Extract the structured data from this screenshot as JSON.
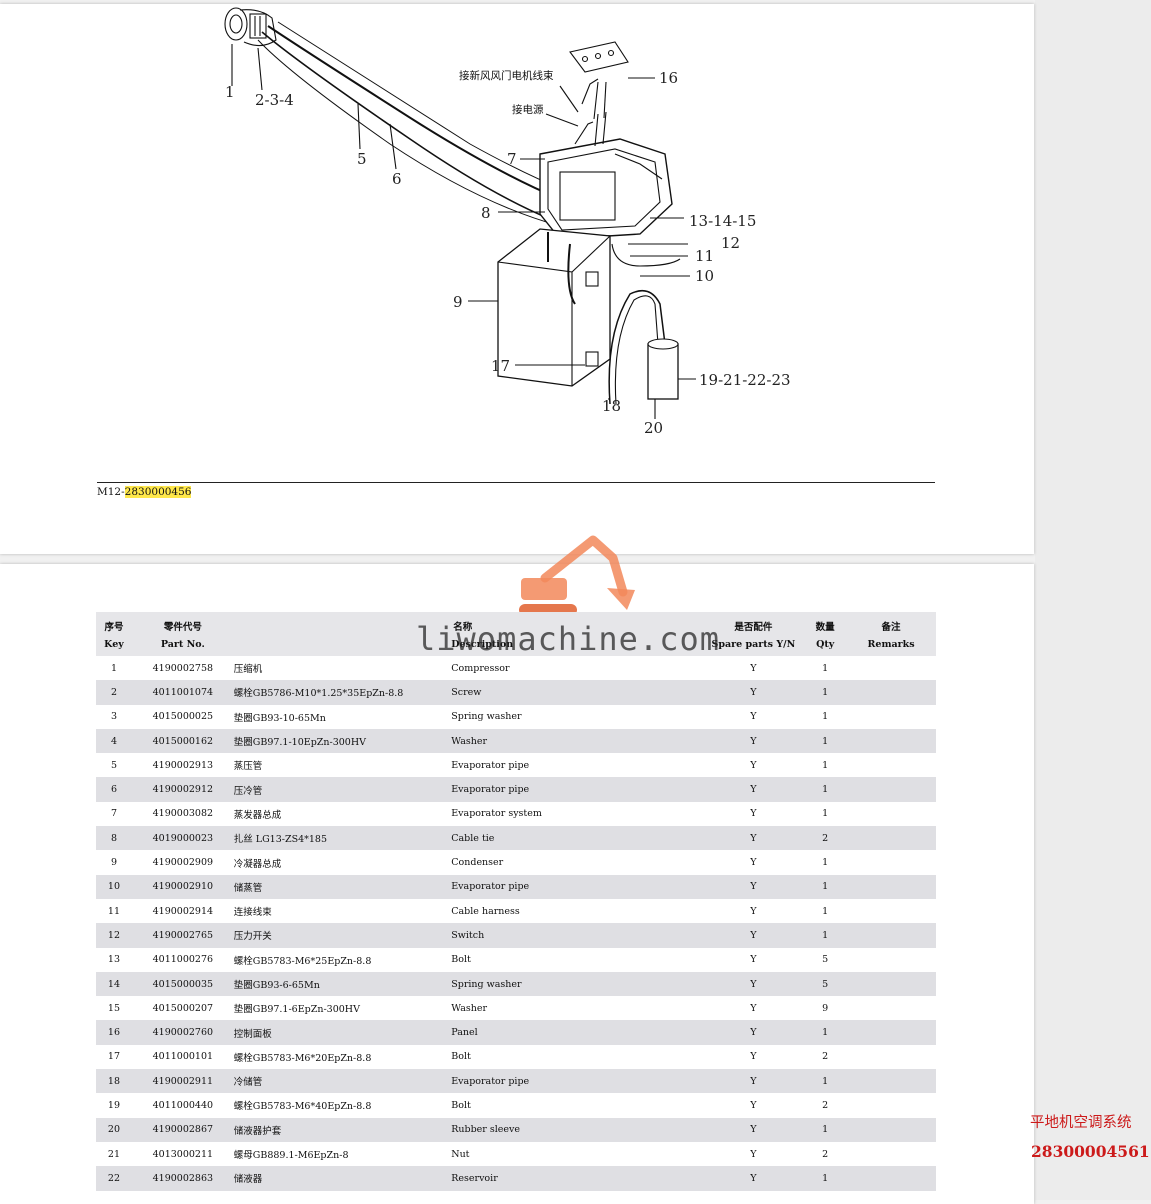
{
  "diagram": {
    "callouts": {
      "c1": "1",
      "c234": "2-3-4",
      "c5": "5",
      "c6": "6",
      "c7": "7",
      "c8": "8",
      "c9": "9",
      "c10": "10",
      "c11": "11",
      "c12": "12",
      "c131415": "13-14-15",
      "c16": "16",
      "c17": "17",
      "c18": "18",
      "c19212223": "19-21-22-23",
      "c20": "20"
    },
    "label_fresh_air": "接新风风门电机线束",
    "label_power": "接电源",
    "figure_prefix": "M12-",
    "figure_code": "2830000456"
  },
  "watermark": "liwomachine.com",
  "table": {
    "headers_cn": [
      "序号",
      "零件代号",
      "",
      "名称",
      "是否配件",
      "数量",
      "备注"
    ],
    "headers_en": [
      "Key",
      "Part No.",
      "",
      "Description",
      "Spare parts Y/N",
      "Qty",
      "Remarks"
    ],
    "rows": [
      {
        "key": "1",
        "part": "4190002758",
        "cn": "压缩机",
        "desc": "Compressor",
        "spare": "Y",
        "qty": "1",
        "remarks": ""
      },
      {
        "key": "2",
        "part": "4011001074",
        "cn": "螺栓GB5786-M10*1.25*35EpZn-8.8",
        "desc": "Screw",
        "spare": "Y",
        "qty": "1",
        "remarks": ""
      },
      {
        "key": "3",
        "part": "4015000025",
        "cn": "垫圈GB93-10-65Mn",
        "desc": "Spring washer",
        "spare": "Y",
        "qty": "1",
        "remarks": ""
      },
      {
        "key": "4",
        "part": "4015000162",
        "cn": "垫圈GB97.1-10EpZn-300HV",
        "desc": "Washer",
        "spare": "Y",
        "qty": "1",
        "remarks": ""
      },
      {
        "key": "5",
        "part": "4190002913",
        "cn": "蒸压管",
        "desc": "Evaporator pipe",
        "spare": "Y",
        "qty": "1",
        "remarks": ""
      },
      {
        "key": "6",
        "part": "4190002912",
        "cn": "压冷管",
        "desc": "Evaporator pipe",
        "spare": "Y",
        "qty": "1",
        "remarks": ""
      },
      {
        "key": "7",
        "part": "4190003082",
        "cn": "蒸发器总成",
        "desc": "Evaporator system",
        "spare": "Y",
        "qty": "1",
        "remarks": ""
      },
      {
        "key": "8",
        "part": "4019000023",
        "cn": "扎丝 LG13-ZS4*185",
        "desc": "Cable tie",
        "spare": "Y",
        "qty": "2",
        "remarks": ""
      },
      {
        "key": "9",
        "part": "4190002909",
        "cn": "冷凝器总成",
        "desc": "Condenser",
        "spare": "Y",
        "qty": "1",
        "remarks": ""
      },
      {
        "key": "10",
        "part": "4190002910",
        "cn": "储蒸管",
        "desc": "Evaporator pipe",
        "spare": "Y",
        "qty": "1",
        "remarks": ""
      },
      {
        "key": "11",
        "part": "4190002914",
        "cn": "连接线束",
        "desc": "Cable harness",
        "spare": "Y",
        "qty": "1",
        "remarks": ""
      },
      {
        "key": "12",
        "part": "4190002765",
        "cn": "压力开关",
        "desc": "Switch",
        "spare": "Y",
        "qty": "1",
        "remarks": ""
      },
      {
        "key": "13",
        "part": "4011000276",
        "cn": "螺栓GB5783-M6*25EpZn-8.8",
        "desc": "Bolt",
        "spare": "Y",
        "qty": "5",
        "remarks": ""
      },
      {
        "key": "14",
        "part": "4015000035",
        "cn": "垫圈GB93-6-65Mn",
        "desc": "Spring washer",
        "spare": "Y",
        "qty": "5",
        "remarks": ""
      },
      {
        "key": "15",
        "part": "4015000207",
        "cn": "垫圈GB97.1-6EpZn-300HV",
        "desc": "Washer",
        "spare": "Y",
        "qty": "9",
        "remarks": ""
      },
      {
        "key": "16",
        "part": "4190002760",
        "cn": "控制面板",
        "desc": "Panel",
        "spare": "Y",
        "qty": "1",
        "remarks": ""
      },
      {
        "key": "17",
        "part": "4011000101",
        "cn": "螺栓GB5783-M6*20EpZn-8.8",
        "desc": "Bolt",
        "spare": "Y",
        "qty": "2",
        "remarks": ""
      },
      {
        "key": "18",
        "part": "4190002911",
        "cn": "冷储管",
        "desc": "Evaporator pipe",
        "spare": "Y",
        "qty": "1",
        "remarks": ""
      },
      {
        "key": "19",
        "part": "4011000440",
        "cn": "螺栓GB5783-M6*40EpZn-8.8",
        "desc": "Bolt",
        "spare": "Y",
        "qty": "2",
        "remarks": ""
      },
      {
        "key": "20",
        "part": "4190002867",
        "cn": "储液器护套",
        "desc": "Rubber sleeve",
        "spare": "Y",
        "qty": "1",
        "remarks": ""
      },
      {
        "key": "21",
        "part": "4013000211",
        "cn": "螺母GB889.1-M6EpZn-8",
        "desc": "Nut",
        "spare": "Y",
        "qty": "2",
        "remarks": ""
      },
      {
        "key": "22",
        "part": "4190002863",
        "cn": "储液器",
        "desc": "Reservoir",
        "spare": "Y",
        "qty": "1",
        "remarks": ""
      }
    ]
  },
  "side": {
    "title": "平地机空调系统",
    "code": "28300004561"
  },
  "colors": {
    "highlight": "#ffe84a",
    "side_text": "#cc1a1a",
    "logo_orange": "#f2885a"
  }
}
